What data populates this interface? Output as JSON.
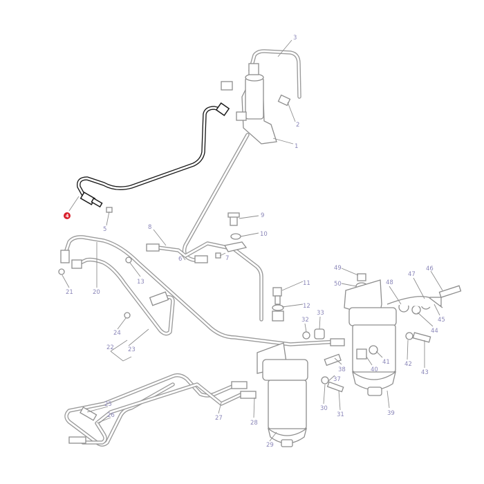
{
  "diagram": {
    "highlighted_part": "4",
    "highlight_color": "#d81e2a",
    "labels": [
      "1",
      "2",
      "3",
      "4",
      "5",
      "6",
      "7",
      "8",
      "9",
      "10",
      "11",
      "12",
      "13",
      "20",
      "21",
      "22",
      "23",
      "24",
      "25",
      "26",
      "27",
      "28",
      "29",
      "30",
      "31",
      "32",
      "33",
      "37",
      "38",
      "39",
      "40",
      "41",
      "42",
      "43",
      "44",
      "45",
      "46",
      "47",
      "48",
      "49",
      "50"
    ]
  }
}
